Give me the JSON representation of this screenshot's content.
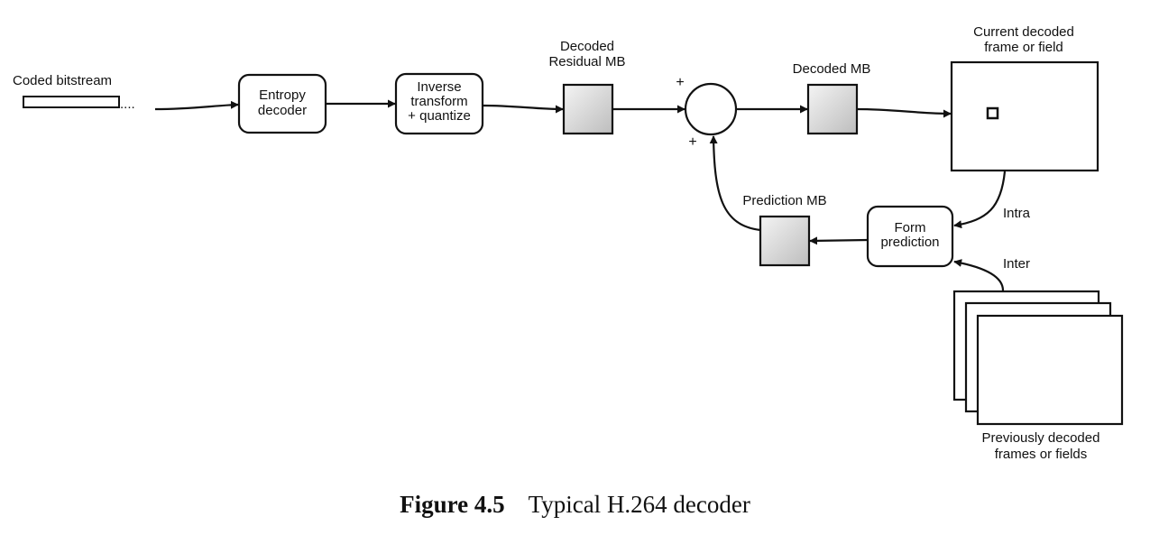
{
  "diagram": {
    "input": {
      "label": "Coded bitstream",
      "ellipsis": "...."
    },
    "entropy_decoder": {
      "line1": "Entropy",
      "line2": "decoder"
    },
    "inverse_transform": {
      "line1": "Inverse",
      "line2": "transform",
      "line3": "+ quantize"
    },
    "decoded_residual": {
      "line1": "Decoded",
      "line2": "Residual MB"
    },
    "summer": {
      "plus_top": "+",
      "plus_bottom": "+"
    },
    "decoded_mb": {
      "label": "Decoded MB"
    },
    "current_frame": {
      "line1": "Current decoded",
      "line2": "frame or field"
    },
    "form_prediction": {
      "line1": "Form",
      "line2": "prediction"
    },
    "prediction_mb": {
      "label": "Prediction MB"
    },
    "intra_label": "Intra",
    "inter_label": "Inter",
    "previous_frames": {
      "line1": "Previously decoded",
      "line2": "frames or fields"
    }
  },
  "caption": {
    "number": "Figure 4.5",
    "text": "Typical H.264 decoder"
  }
}
